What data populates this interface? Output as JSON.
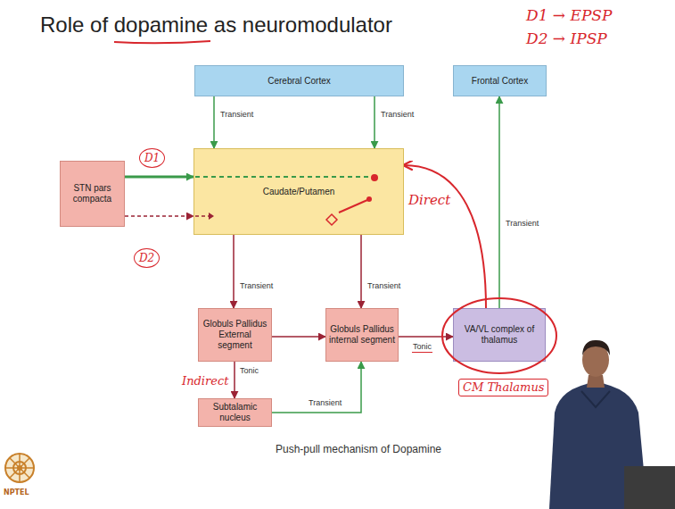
{
  "diagram": {
    "title": "Role of dopamine as neuromodulator",
    "caption": "Push-pull mechanism of Dopamine",
    "nodes": [
      {
        "text": [
          "Cerebral Cortex"
        ]
      },
      {
        "text": [
          "Frontal Cortex"
        ]
      },
      {
        "text": [
          "STN pars compacta"
        ]
      },
      {
        "text": [
          "Caudate/Putamen"
        ]
      },
      {
        "text": [
          "Globuls Pallidus External segment"
        ]
      },
      {
        "text": [
          "Globuls Pallidus internal segment"
        ]
      },
      {
        "text": [
          "VA/VL complex of thalamus"
        ]
      },
      {
        "text": [
          "Subtalamic nucleus"
        ]
      }
    ],
    "edges": [
      {
        "from": 0,
        "to": 3,
        "label": "Transient",
        "arrow": "to"
      },
      {
        "from": 0,
        "to": 3,
        "label": "Transient",
        "arrow": "to"
      },
      {
        "from": 2,
        "to": 3,
        "label": "D1",
        "arrow": "to"
      },
      {
        "from": 2,
        "to": 3,
        "label": "D2",
        "arrow": "to"
      },
      {
        "from": 3,
        "to": 4,
        "label": "Transient",
        "arrow": "to"
      },
      {
        "from": 3,
        "to": 5,
        "label": "Transient",
        "arrow": "to"
      },
      {
        "from": 4,
        "to": 5,
        "arrow": "to"
      },
      {
        "from": 4,
        "to": 7,
        "label": "Tonic",
        "arrow": "to"
      },
      {
        "from": 7,
        "to": 5,
        "label": "Transient",
        "arrow": "to"
      },
      {
        "from": 5,
        "to": 6,
        "label": "Tonic",
        "arrow": "to"
      },
      {
        "from": 6,
        "to": 1,
        "label": "Transient",
        "arrow": "to"
      },
      {
        "from": 6,
        "to": 3,
        "arrow": "to"
      }
    ],
    "labels": [
      "D1 → EPSP",
      "D2 → IPSP",
      "Direct",
      "Indirect",
      "CM Thalamus",
      "NPTEL"
    ]
  }
}
